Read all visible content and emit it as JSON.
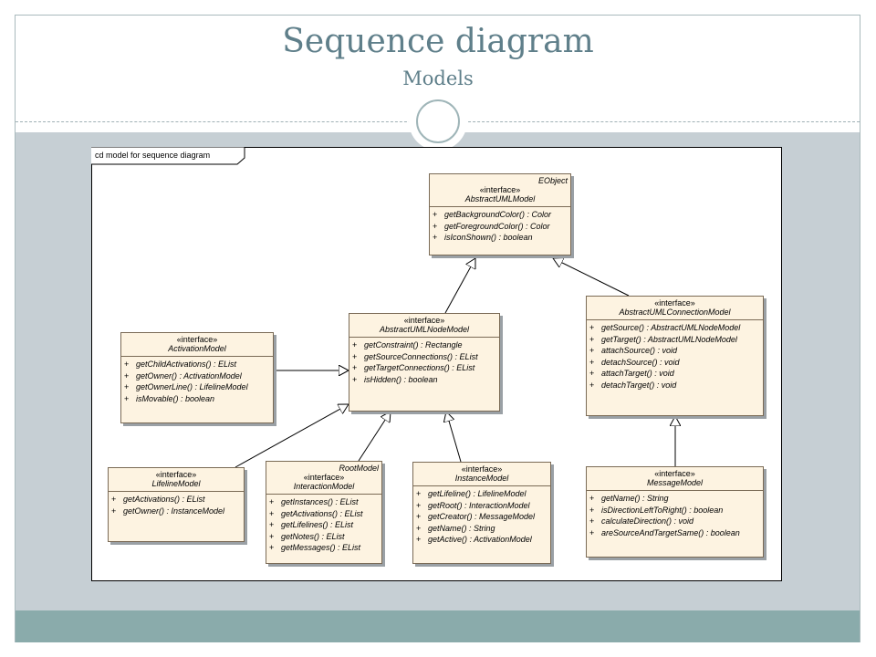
{
  "slide": {
    "title": "Sequence diagram",
    "subtitle": "Models"
  },
  "diagram": {
    "frame_label": "cd model for sequence diagram",
    "classes": {
      "abstract_uml_model": {
        "meta": "EObject",
        "stereotype": "«interface»",
        "name": "AbstractUMLModel",
        "operations": [
          {
            "vis": "+",
            "sig": "getBackgroundColor() : Color"
          },
          {
            "vis": "+",
            "sig": "getForegroundColor() : Color"
          },
          {
            "vis": "+",
            "sig": "isIconShown() : boolean"
          }
        ]
      },
      "abstract_uml_node_model": {
        "stereotype": "«interface»",
        "name": "AbstractUMLNodeModel",
        "operations": [
          {
            "vis": "+",
            "sig": "getConstraint() : Rectangle"
          },
          {
            "vis": "+",
            "sig": "getSourceConnections() : EList"
          },
          {
            "vis": "+",
            "sig": "getTargetConnections() : EList"
          },
          {
            "vis": "+",
            "sig": "isHidden() : boolean"
          }
        ]
      },
      "abstract_uml_connection_model": {
        "stereotype": "«interface»",
        "name": "AbstractUMLConnectionModel",
        "operations": [
          {
            "vis": "+",
            "sig": "getSource() : AbstractUMLNodeModel"
          },
          {
            "vis": "+",
            "sig": "getTarget() : AbstractUMLNodeModel"
          },
          {
            "vis": "+",
            "sig": "attachSource() : void"
          },
          {
            "vis": "+",
            "sig": "detachSource() : void"
          },
          {
            "vis": "+",
            "sig": "attachTarget() : void"
          },
          {
            "vis": "+",
            "sig": "detachTarget() : void"
          }
        ]
      },
      "activation_model": {
        "stereotype": "«interface»",
        "name": "ActivationModel",
        "operations": [
          {
            "vis": "+",
            "sig": "getChildActivations() : EList"
          },
          {
            "vis": "+",
            "sig": "getOwner() : ActivationModel"
          },
          {
            "vis": "+",
            "sig": "getOwnerLine() : LifelineModel"
          },
          {
            "vis": "+",
            "sig": "isMovable() : boolean"
          }
        ]
      },
      "lifeline_model": {
        "stereotype": "«interface»",
        "name": "LifelineModel",
        "operations": [
          {
            "vis": "+",
            "sig": "getActivations() : EList"
          },
          {
            "vis": "+",
            "sig": "getOwner() : InstanceModel"
          }
        ]
      },
      "interaction_model": {
        "meta": "RootModel",
        "stereotype": "«interface»",
        "name": "InteractionModel",
        "operations": [
          {
            "vis": "+",
            "sig": "getInstances() : EList"
          },
          {
            "vis": "+",
            "sig": "getActivations() : EList"
          },
          {
            "vis": "+",
            "sig": "getLifelines() : EList"
          },
          {
            "vis": "+",
            "sig": "getNotes() : EList"
          },
          {
            "vis": "+",
            "sig": "getMessages() : EList"
          }
        ]
      },
      "instance_model": {
        "stereotype": "«interface»",
        "name": "InstanceModel",
        "operations": [
          {
            "vis": "+",
            "sig": "getLifeline() : LifelineModel"
          },
          {
            "vis": "+",
            "sig": "getRoot() : InteractionModel"
          },
          {
            "vis": "+",
            "sig": "getCreator() : MessageModel"
          },
          {
            "vis": "+",
            "sig": "getName() : String"
          },
          {
            "vis": "+",
            "sig": "getActive() : ActivationModel"
          }
        ]
      },
      "message_model": {
        "stereotype": "«interface»",
        "name": "MessageModel",
        "operations": [
          {
            "vis": "+",
            "sig": "getName() : String"
          },
          {
            "vis": "+",
            "sig": "isDirectionLeftToRight() : boolean"
          },
          {
            "vis": "+",
            "sig": "calculateDirection() : void"
          },
          {
            "vis": "+",
            "sig": "areSourceAndTargetSame() : boolean"
          }
        ]
      }
    }
  },
  "colors": {
    "title": "#5f7f8a",
    "content_background": "#c6cfd4",
    "footer_bar": "#8aabab",
    "class_fill": "#fdf3e1"
  }
}
